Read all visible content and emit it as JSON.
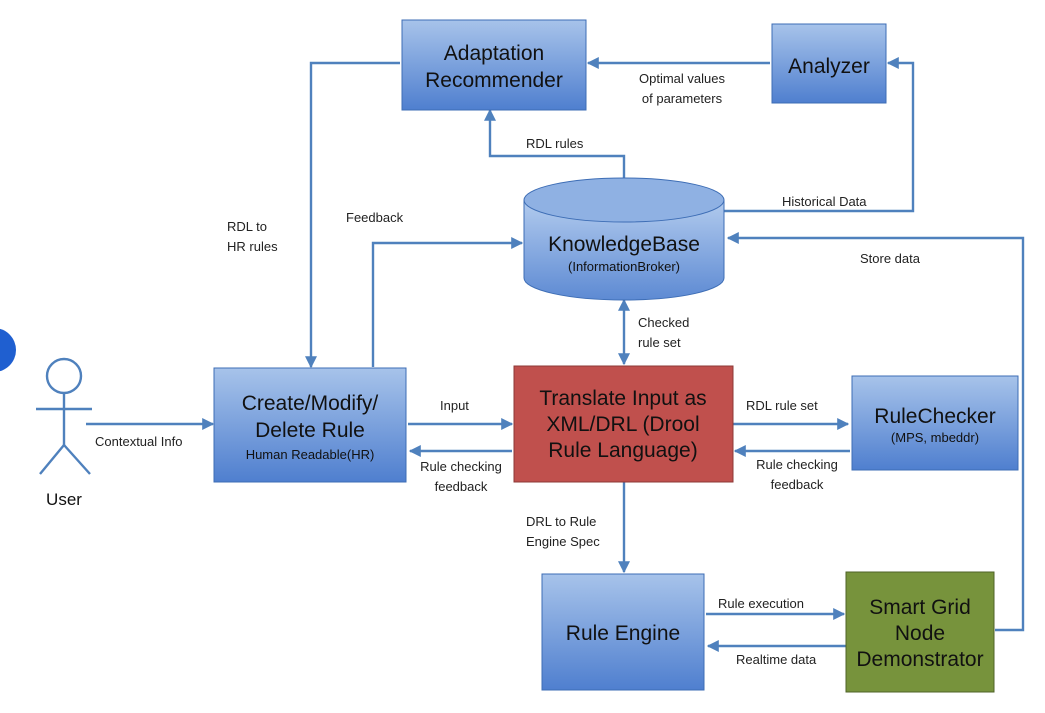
{
  "nodes": {
    "adaptation_recommender": {
      "line1": "Adaptation",
      "line2": "Recommender"
    },
    "analyzer": {
      "label": "Analyzer"
    },
    "knowledge_base": {
      "title": "KnowledgeBase",
      "subtitle": "(InformationBroker)"
    },
    "create_rule": {
      "line1": "Create/Modify/",
      "line2": "Delete Rule",
      "subtitle": "Human Readable(HR)"
    },
    "translate": {
      "line1": "Translate Input as",
      "line2": "XML/DRL (Drool",
      "line3": "Rule Language)"
    },
    "rule_checker": {
      "title": "RuleChecker",
      "subtitle": "(MPS, mbeddr)"
    },
    "rule_engine": {
      "label": "Rule Engine"
    },
    "smart_grid": {
      "line1": "Smart Grid",
      "line2": "Node",
      "line3": "Demonstrator"
    },
    "user": {
      "label": "User"
    }
  },
  "edges": {
    "optimal_values": {
      "line1": "Optimal values",
      "line2": "of  parameters"
    },
    "rdl_rules": "RDL rules",
    "historical_data": "Historical Data",
    "rdl_to_hr": {
      "line1": "RDL to",
      "line2": "HR rules"
    },
    "feedback": "Feedback",
    "store_data": "Store data",
    "checked_rule_set": {
      "line1": "Checked",
      "line2": "rule set"
    },
    "contextual_info": "Contextual Info",
    "input": "Input",
    "rule_checking_feedback_left": {
      "line1": "Rule checking",
      "line2": "feedback"
    },
    "rdl_rule_set": "RDL rule set",
    "rule_checking_feedback_right": {
      "line1": "Rule checking",
      "line2": "feedback"
    },
    "drl_to_rule_engine": {
      "line1": "DRL to Rule",
      "line2": "Engine Spec"
    },
    "rule_execution": "Rule execution",
    "realtime_data": "Realtime data"
  },
  "colors": {
    "box_blue_top": "#a7c3ea",
    "box_blue_bottom": "#4f7fcf",
    "translate_fill": "#c0504d",
    "smart_grid_fill": "#77933c",
    "edge": "#4f81bd",
    "edge_label": "#222222"
  }
}
